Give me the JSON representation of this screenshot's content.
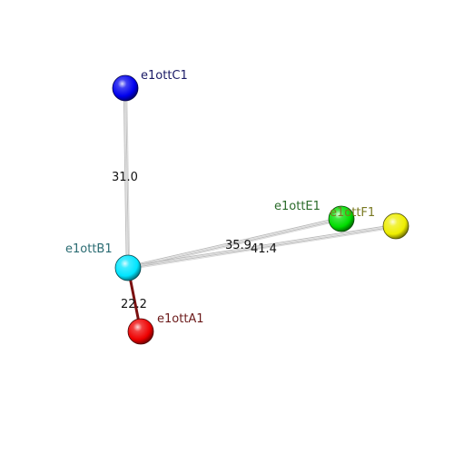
{
  "atoms": [
    {
      "id": "C1",
      "label": "e1ottC1",
      "color": "#0000ee",
      "label_color": "#1a1a66"
    },
    {
      "id": "B1",
      "label": "e1ottB1",
      "color": "#00e5ff",
      "label_color": "#2a6b72"
    },
    {
      "id": "E1",
      "label": "e1ottE1",
      "color": "#00dd00",
      "label_color": "#2a6b2a"
    },
    {
      "id": "F1",
      "label": "e1ottF1",
      "color": "#eeee00",
      "label_color": "#7a7a22"
    },
    {
      "id": "A1",
      "label": "e1ottA1",
      "color": "#ee0000",
      "label_color": "#6b1a1a"
    }
  ],
  "bonds": [
    {
      "from": "B1",
      "to": "A1",
      "color": "#7a1010",
      "style": "solid",
      "distance": "22.2"
    },
    {
      "from": "B1",
      "to": "C1",
      "color": "#c8c8c8",
      "style": "hatched",
      "distance": "31.0"
    },
    {
      "from": "B1",
      "to": "E1",
      "color": "#c8c8c8",
      "style": "hatched",
      "distance": "35.9"
    },
    {
      "from": "B1",
      "to": "F1",
      "color": "#c8c8c8",
      "style": "hatched",
      "distance": "41.4"
    }
  ]
}
